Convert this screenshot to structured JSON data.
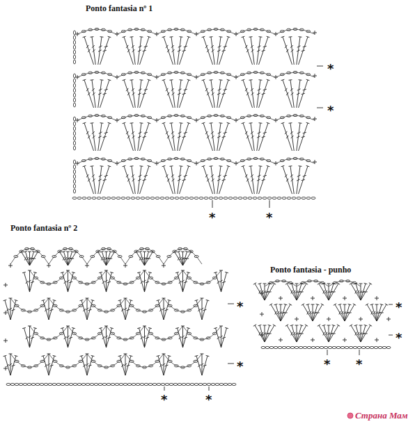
{
  "diagram": {
    "labels": [
      "Ponto fantasia nº 1",
      "*",
      "*",
      "*",
      "*",
      "Ponto fantasia nº 2",
      "*",
      "*",
      "*",
      "*",
      "Ponto fantasia - punho",
      "*",
      "*",
      "*",
      "*",
      "Страна Мам"
    ]
  }
}
